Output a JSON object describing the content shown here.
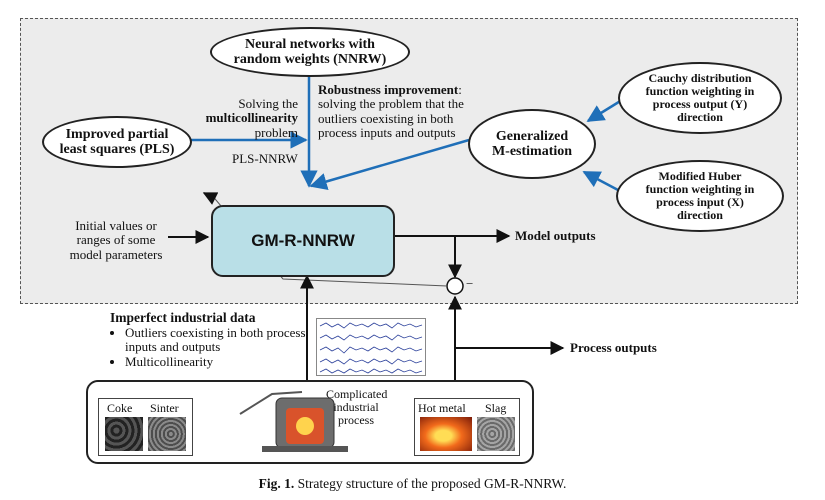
{
  "nodes": {
    "nnrw": [
      "Neural networks with",
      "random weights (NNRW)"
    ],
    "pls": [
      "Improved partial",
      "least squares (PLS)"
    ],
    "gm": [
      "Generalized",
      "M-estimation"
    ],
    "cauchy": [
      "Cauchy distribution",
      "function weighting in",
      "process output (Y)",
      "direction"
    ],
    "huber": [
      "Modified Huber",
      "function weighting in",
      "process input (X)",
      "direction"
    ],
    "core": "GM-R-NNRW"
  },
  "labels": {
    "solving_line1": "Solving the",
    "solving_bold": "multicollinearity",
    "solving_line3": "problem",
    "robust_bold": "Robustness improvement",
    "robust_colon": ":",
    "robust_line2": "solving the problem that the",
    "robust_line3": "outliers coexisting in both",
    "robust_line4": "process inputs and outputs",
    "pls_nnrw": "PLS-NNRW",
    "initial": [
      "Initial values or",
      "ranges of some",
      "model parameters"
    ],
    "model_outputs": "Model outputs",
    "process_outputs": "Process outputs",
    "minus": "−",
    "imperfect_title": "Imperfect industrial data",
    "imperfect_bullets": [
      "Outliers coexisting in both process inputs and outputs",
      "Multicollinearity"
    ],
    "process_box": [
      "Complicated",
      "industrial",
      "process"
    ],
    "coke": "Coke",
    "sinter": "Sinter",
    "hot_metal": "Hot metal",
    "slag": "Slag"
  },
  "caption": {
    "prefix": "Fig. 1.",
    "text": "Strategy structure of the proposed GM-R-NNRW."
  },
  "colors": {
    "blue_arrow": "#1f6fb8",
    "core_fill": "#b9dfe7",
    "dashed_region": "#ececec"
  }
}
